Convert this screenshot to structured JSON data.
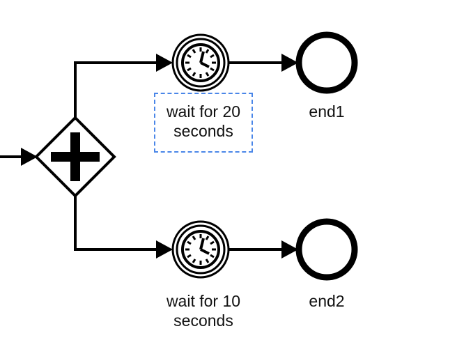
{
  "diagram": {
    "labels": {
      "timer_top_line1": "wait for 20",
      "timer_top_line2": "seconds",
      "timer_bottom_line1": "wait for 10",
      "timer_bottom_line2": "seconds",
      "end_top": "end1",
      "end_bottom": "end2"
    },
    "colors": {
      "stroke": "#000000",
      "selection": "#4a86e8",
      "background": "#ffffff"
    },
    "icons": {
      "gateway": "parallel-gateway-icon",
      "timer": "clock-icon"
    }
  }
}
